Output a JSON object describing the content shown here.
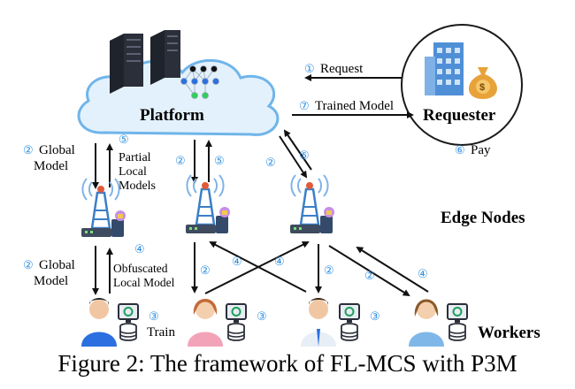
{
  "caption": "Figure 2: The framework of FL-MCS with P3M",
  "colors": {
    "accent_blue": "#2f8fe0",
    "cloud_fill": "#e3f1fc",
    "cloud_stroke": "#6fb5ea",
    "server": "#2b2f3a",
    "neural_green": "#2fcf5a",
    "neural_blue": "#2b6fe0",
    "tower_blue": "#3a7fc8",
    "coin_orange": "#e8a23a"
  },
  "nodes": {
    "platform": "Platform",
    "requester": "Requester",
    "edge_nodes": "Edge Nodes",
    "workers": "Workers"
  },
  "steps": {
    "s1": {
      "num": "①",
      "text": "Request"
    },
    "s7": {
      "num": "⑦",
      "text": "Trained Model"
    },
    "s6": {
      "num": "⑥",
      "text": "Pay"
    },
    "s2_top": {
      "num": "②",
      "line1": "Global",
      "line2": "Model"
    },
    "s5_top": {
      "num": "⑤",
      "line1": "Partial",
      "line2": "Local",
      "line3": "Models"
    },
    "s2_bottom": {
      "num": "②",
      "line1": "Global",
      "line2": "Model"
    },
    "s4_left": {
      "num": "④",
      "line1": "Obfuscated",
      "line2": "Local Model"
    },
    "s3": {
      "num": "③",
      "text": "Train"
    },
    "n2": "②",
    "n3": "③",
    "n4": "④",
    "n5": "⑤"
  },
  "icons": [
    "server-rack-icon",
    "neural-network-icon",
    "cloud-icon",
    "building-icon",
    "money-bag-icon",
    "cell-tower-icon",
    "computer-icon",
    "database-icon",
    "person-icon"
  ]
}
